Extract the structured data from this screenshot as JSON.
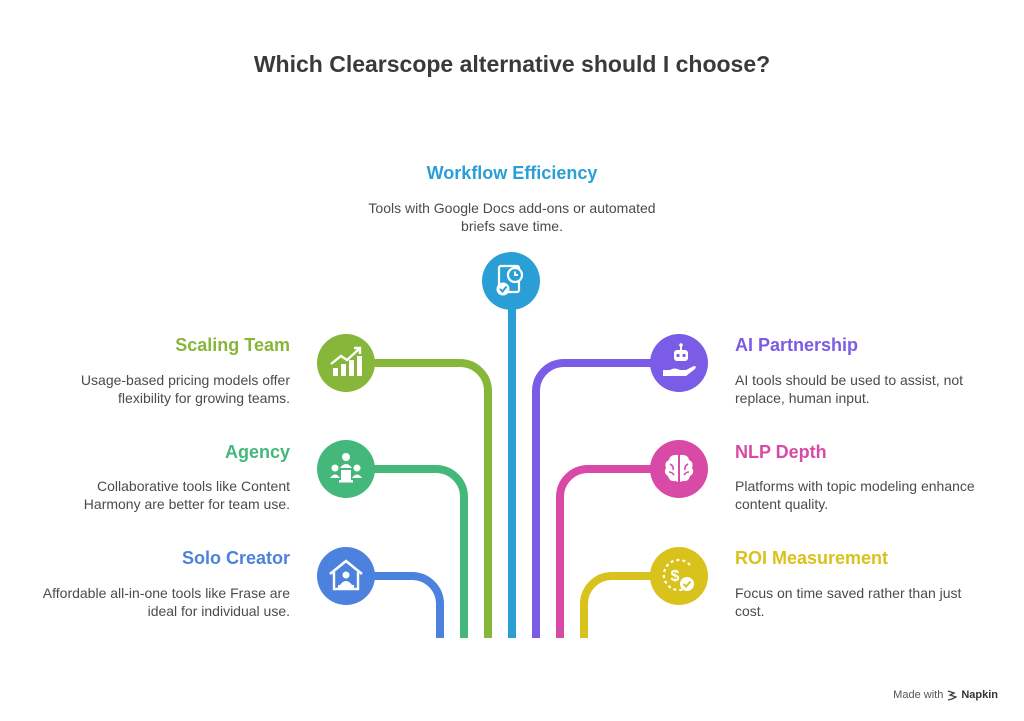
{
  "title": "Which Clearscope alternative should I choose?",
  "colors": {
    "workflow": "#2a9fd6",
    "scaling": "#86b63a",
    "agency": "#44b87a",
    "solo": "#4c82dd",
    "ai": "#7a5ce6",
    "nlp": "#d94aa6",
    "roi": "#d9c21c"
  },
  "nodes": {
    "workflow": {
      "heading": "Workflow Efficiency",
      "description": "Tools with Google Docs add-ons or automated briefs save time.",
      "icon": "document-clock-icon"
    },
    "scaling": {
      "heading": "Scaling Team",
      "description": "Usage-based pricing models offer flexibility for growing teams.",
      "icon": "growth-chart-icon"
    },
    "agency": {
      "heading": "Agency",
      "description": "Collaborative tools like Content Harmony are better for team use.",
      "icon": "team-meeting-icon"
    },
    "solo": {
      "heading": "Solo Creator",
      "description": "Affordable all-in-one tools like Frase are ideal for individual use.",
      "icon": "home-office-icon"
    },
    "ai": {
      "heading": "AI Partnership",
      "description": "AI tools should be used to assist, not replace, human input.",
      "icon": "robot-hand-icon"
    },
    "nlp": {
      "heading": "NLP Depth",
      "description": "Platforms with topic modeling enhance content quality.",
      "icon": "brain-icon"
    },
    "roi": {
      "heading": "ROI Measurement",
      "description": "Focus on time saved rather than just cost.",
      "icon": "dollar-check-icon"
    }
  },
  "footer": {
    "prefix": "Made with",
    "brand": "Napkin",
    "icon": "napkin-logo-icon"
  }
}
